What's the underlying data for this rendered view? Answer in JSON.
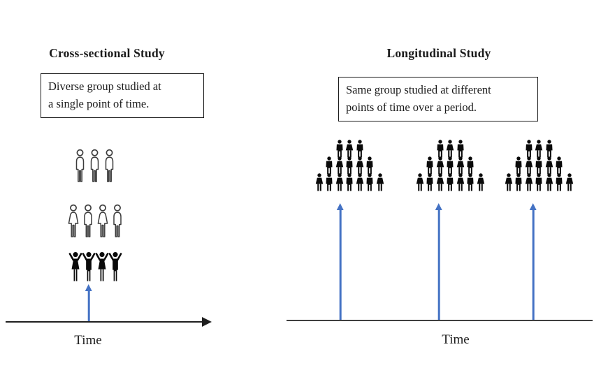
{
  "figure": {
    "left_panel": {
      "title": "Cross-sectional Study",
      "description_lines": [
        "Diverse group studied at",
        "a single point of time."
      ],
      "icon_rows": [
        {
          "name": "row-men-outline",
          "style": "big",
          "icons": [
            "man-outline",
            "man-outline",
            "man-outline"
          ]
        },
        {
          "name": "row-mixed-outline",
          "style": "big",
          "icons": [
            "woman-outline",
            "man-outline",
            "woman-outline",
            "man-outline"
          ]
        },
        {
          "name": "row-mixed-filled-cheering",
          "style": "cheer",
          "icons": [
            "woman-cheer",
            "man-cheer",
            "woman-cheer",
            "man-cheer"
          ]
        }
      ],
      "time_label": "Time"
    },
    "right_panel": {
      "title": "Longitudinal Study",
      "description_lines": [
        "Same group studied at different",
        "points of time over a period."
      ],
      "clusters": [
        {
          "name": "crowd-pyramid-1",
          "rows": [
            [
              "man-filled",
              "woman-filled",
              "man-filled"
            ],
            [
              "man-filled",
              "woman-filled",
              "man-filled",
              "woman-filled",
              "man-filled"
            ],
            [
              "woman-filled",
              "man-filled",
              "woman-filled",
              "man-filled",
              "woman-filled",
              "man-filled",
              "woman-filled"
            ]
          ]
        },
        {
          "name": "crowd-pyramid-2",
          "rows": [
            [
              "man-filled",
              "woman-filled",
              "man-filled"
            ],
            [
              "man-filled",
              "woman-filled",
              "man-filled",
              "woman-filled",
              "man-filled"
            ],
            [
              "woman-filled",
              "man-filled",
              "woman-filled",
              "man-filled",
              "woman-filled",
              "man-filled",
              "woman-filled"
            ]
          ]
        },
        {
          "name": "crowd-pyramid-3",
          "rows": [
            [
              "man-filled",
              "woman-filled",
              "man-filled"
            ],
            [
              "man-filled",
              "woman-filled",
              "man-filled",
              "woman-filled",
              "man-filled"
            ],
            [
              "woman-filled",
              "man-filled",
              "woman-filled",
              "man-filled",
              "woman-filled",
              "man-filled",
              "woman-filled"
            ]
          ]
        }
      ],
      "time_label": "Time"
    },
    "colors": {
      "arrow_blue": "#4472C4",
      "timeline_black": "#1f1f1f",
      "timeline_gray": "#3f3f3f",
      "text": "#1a1a1a",
      "box_border": "#1a1a1a"
    }
  }
}
